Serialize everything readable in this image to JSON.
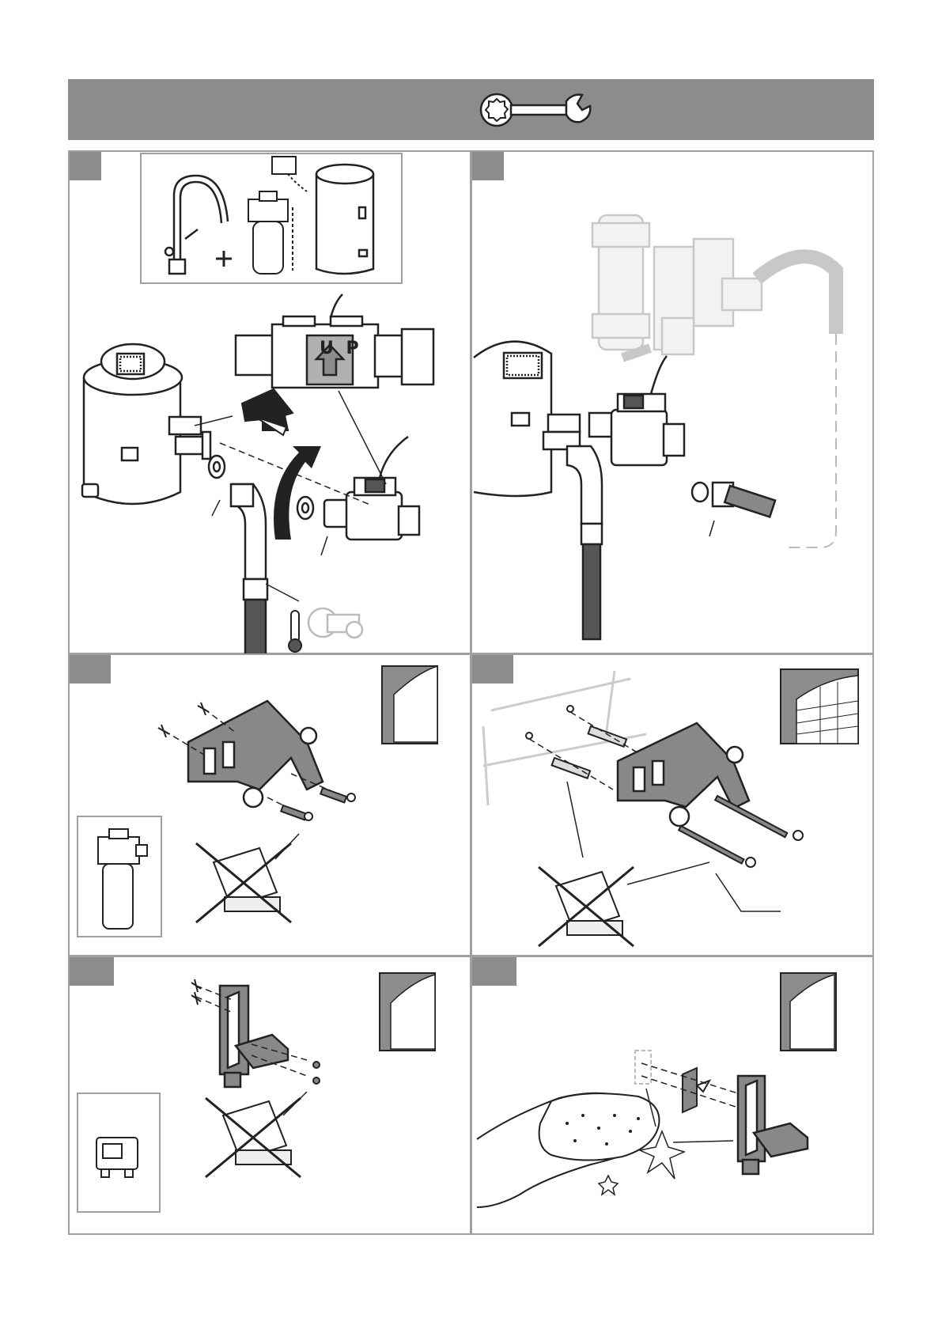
{
  "header": {
    "icon": "wrench-icon",
    "background": "#8c8c8c"
  },
  "colors": {
    "frame": "#a0a0a0",
    "tab": "#8c8c8c",
    "line": "#222222",
    "ghost": "#c8c8c8"
  },
  "panels": [
    {
      "id": "p1",
      "icons": [
        "faucet-icon",
        "filter-head-icon",
        "boiler-icon",
        "flow-sensor-icon",
        "thermometer-icon",
        "angle-valve-icon"
      ],
      "flow_label": "U P"
    },
    {
      "id": "p2",
      "icons": [
        "filter-head-icon",
        "flow-sensor-icon",
        "mixing-valve-icon",
        "hose-icon"
      ]
    },
    {
      "id": "p3",
      "icons": [
        "wall-bracket-icon",
        "screw-icon",
        "no-knife-icon",
        "drywall-icon",
        "filter-unit-icon"
      ]
    },
    {
      "id": "p4",
      "icons": [
        "wall-bracket-icon",
        "dowel-icon",
        "screw-icon",
        "no-knife-icon",
        "brick-wall-icon"
      ]
    },
    {
      "id": "p5",
      "icons": [
        "small-bracket-icon",
        "screw-icon",
        "no-knife-icon",
        "drywall-icon",
        "display-module-icon"
      ]
    },
    {
      "id": "p6",
      "icons": [
        "hand-sponge-icon",
        "adhesive-pad-icon",
        "small-bracket-icon",
        "sparkle-icon",
        "drywall-icon"
      ]
    }
  ]
}
